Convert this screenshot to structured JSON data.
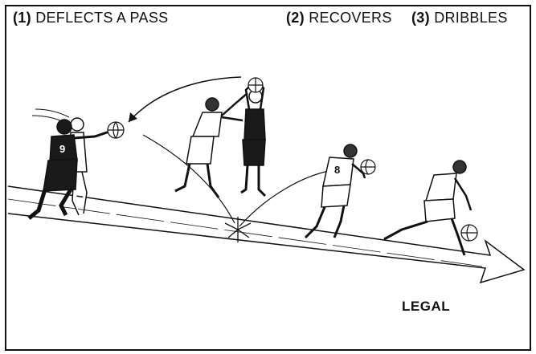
{
  "captions": {
    "step1": {
      "num": "(1)",
      "text": " DEFLECTS A PASS"
    },
    "step2": {
      "num": "(2)",
      "text": " RECOVERS"
    },
    "step3": {
      "num": "(3)",
      "text": " DRIBBLES"
    }
  },
  "verdict": "LEGAL",
  "jerseys": {
    "defender": "9",
    "recoverer": "8"
  },
  "colors": {
    "ink": "#111111",
    "jersey_dark": "#1a1a1a",
    "paper": "#ffffff"
  },
  "icons": [
    "basketball-icon",
    "court-arrow-icon",
    "impact-burst-icon"
  ]
}
